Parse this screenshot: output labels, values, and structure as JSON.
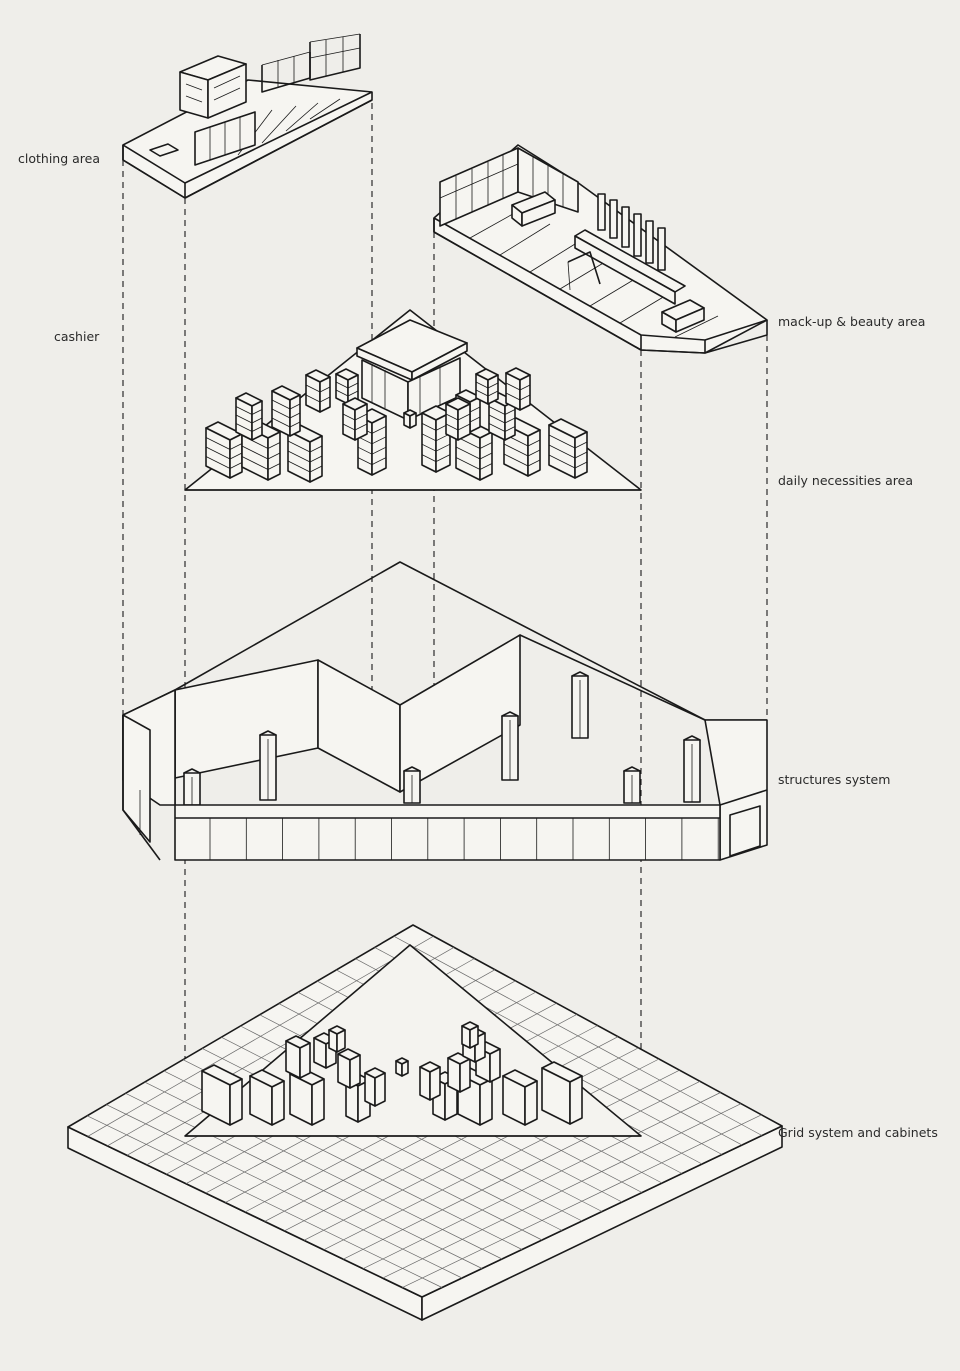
{
  "labels": {
    "clothing": "clothing area",
    "cashier": "cashier",
    "makeup": "mack-up & beauty area",
    "daily": "daily necessities area",
    "structures": "structures system",
    "grid": "Grid system and cabinets"
  }
}
